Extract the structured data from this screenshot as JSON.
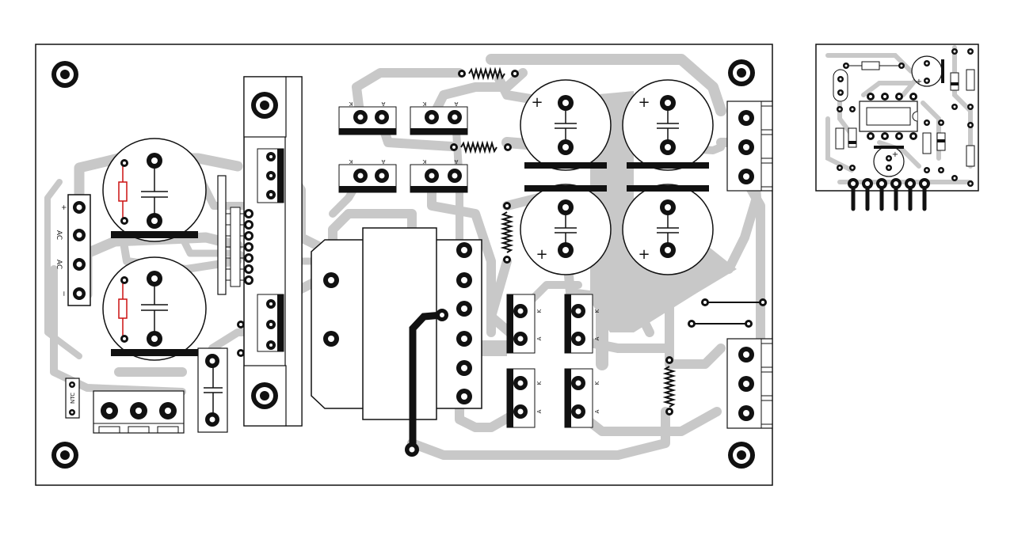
{
  "colors": {
    "trace": "#c8c8c8",
    "ink": "#111111",
    "resistor": "#cc1111",
    "background": "#ffffff"
  },
  "main_board": {
    "power_connector": {
      "labels": [
        "+",
        "AC",
        "AC",
        "−"
      ]
    },
    "ntc_label": "NTC",
    "bridge_labels": {
      "top_left": {
        "k": "K",
        "a": "A"
      },
      "top_right": {
        "k": "K",
        "a": "A"
      },
      "mid_left": {
        "k": "K",
        "a": "A"
      },
      "mid_right": {
        "k": "K",
        "a": "A"
      }
    },
    "diode_labels": {
      "d1": {
        "k": "K",
        "a": "A"
      },
      "d2": {
        "k": "K",
        "a": "A"
      },
      "d3": {
        "k": "K",
        "a": "A"
      },
      "d4": {
        "k": "K",
        "a": "A"
      }
    },
    "cap_polarity": "+"
  },
  "aux_board": {
    "cap_polarity": "+"
  }
}
